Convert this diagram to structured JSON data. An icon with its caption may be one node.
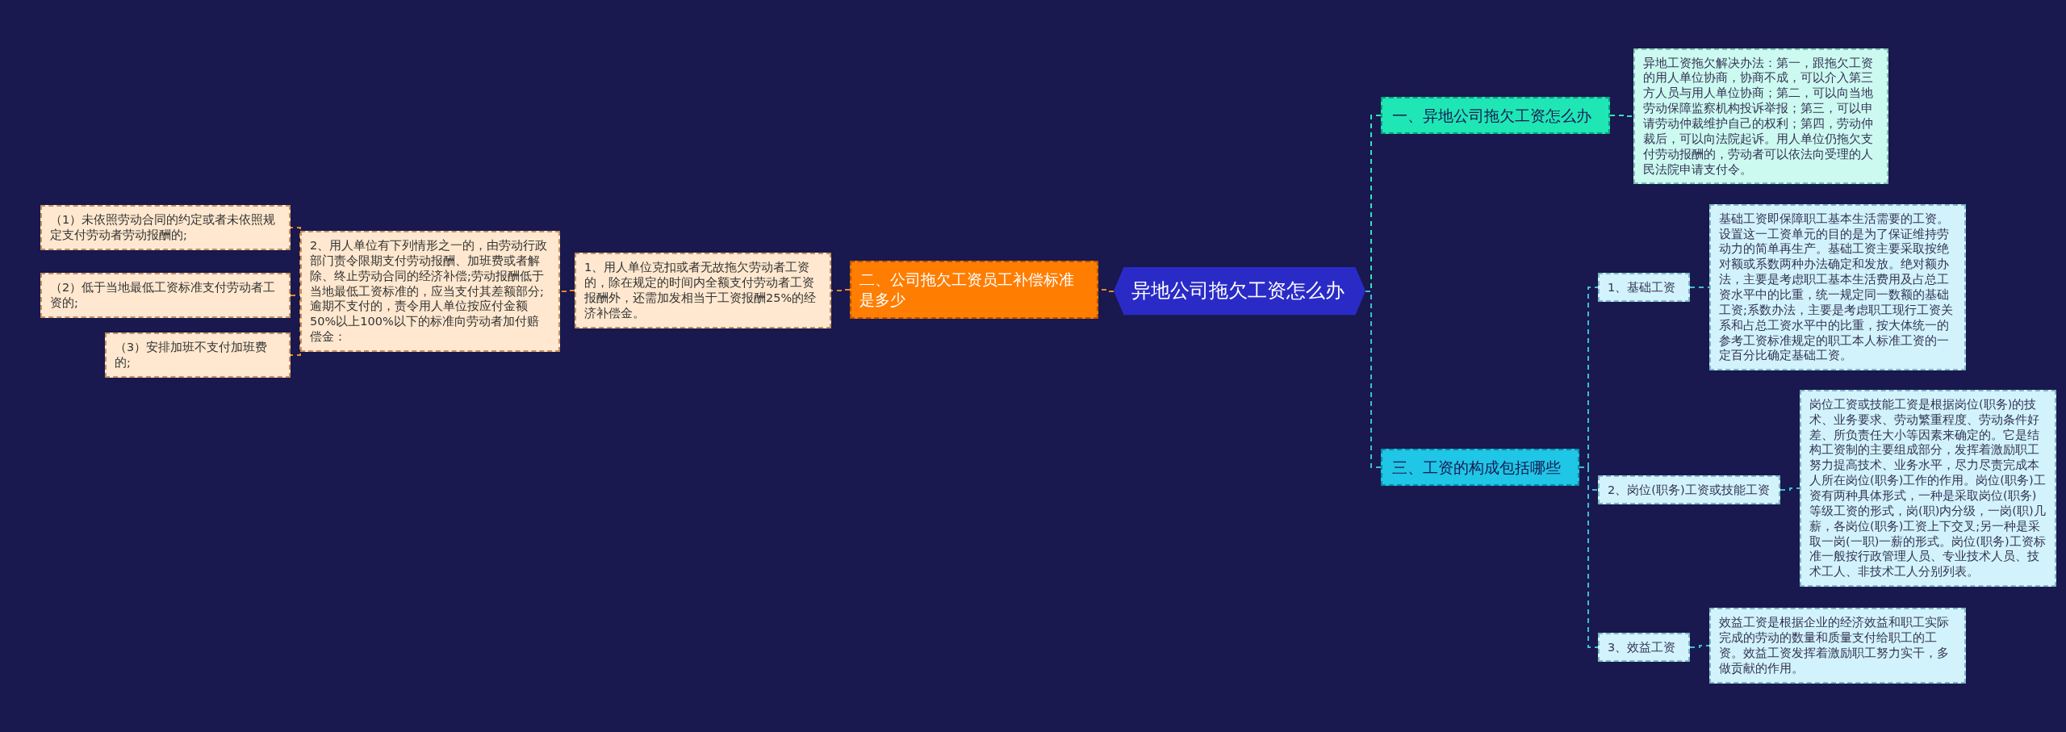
{
  "diagram": {
    "nodes": [
      {
        "text": [
          "异地公司拖欠工资怎么办"
        ]
      },
      {
        "text": [
          "一、异地公司拖欠工资怎么办"
        ]
      },
      {
        "text": [
          "异地工资拖欠解决办法：第一，跟拖欠工资的用人单位协商，协商不成，可以介入第三方人员与用人单位协商；第二，可以向当地劳动保障监察机构投诉举报；第三，可以申请劳动仲裁维护自己的权利；第四，劳动仲裁后，可以向法院起诉。用人单位仍拖欠支付劳动报酬的，劳动者可以依法向受理的人民法院申请支付令。"
        ]
      },
      {
        "text": [
          "二、公司拖欠工资员工补偿标准是多少"
        ]
      },
      {
        "text": [
          "1、用人单位克扣或者无故拖欠劳动者工资的，除在规定的时间内全额支付劳动者工资报酬外，还需加发相当于工资报酬25%的经济补偿金。"
        ]
      },
      {
        "text": [
          "2、用人单位有下列情形之一的，由劳动行政部门责令限期支付劳动报酬、加班费或者解除、终止劳动合同的经济补偿;劳动报酬低于当地最低工资标准的，应当支付其差额部分;逾期不支付的，责令用人单位按应付金额50%以上100%以下的标准向劳动者加付赔偿金："
        ]
      },
      {
        "text": [
          "（1）未依照劳动合同的约定或者未依照规定支付劳动者劳动报酬的;"
        ]
      },
      {
        "text": [
          "（2）低于当地最低工资标准支付劳动者工资的;"
        ]
      },
      {
        "text": [
          "（3）安排加班不支付加班费的;"
        ]
      },
      {
        "text": [
          "三、工资的构成包括哪些"
        ]
      },
      {
        "text": [
          "1、基础工资"
        ]
      },
      {
        "text": [
          "基础工资即保障职工基本生活需要的工资。设置这一工资单元的目的是为了保证维持劳动力的简单再生产。基础工资主要采取按绝对额或系数两种办法确定和发放。绝对额办法，主要是考虑职工基本生活费用及占总工资水平中的比重，统一规定同一数额的基础工资;系数办法，主要是考虑职工现行工资关系和占总工资水平中的比重，按大体统一的参考工资标准规定的职工本人标准工资的一定百分比确定基础工资。"
        ]
      },
      {
        "text": [
          "2、岗位(职务)工资或技能工资"
        ]
      },
      {
        "text": [
          "岗位工资或技能工资是根据岗位(职务)的技术、业务要求、劳动繁重程度、劳动条件好差、所负责任大小等因素来确定的。它是结构工资制的主要组成部分，发挥着激励职工努力提高技术、业务水平，尽力尽责完成本人所在岗位(职务)工作的作用。岗位(职务)工资有两种具体形式，一种是采取岗位(职务)等级工资的形式，岗(职)内分级，一岗(职)几薪，各岗位(职务)工资上下交叉;另一种是采取一岗(一职)一薪的形式。岗位(职务)工资标准一般按行政管理人员、专业技术人员、技术工人、非技术工人分别列表。"
        ]
      },
      {
        "text": [
          "3、效益工资"
        ]
      },
      {
        "text": [
          "效益工资是根据企业的经济效益和职工实际完成的劳动的数量和质量支付给职工的工资。效益工资发挥着激励职工努力实干，多做贡献的作用。"
        ]
      }
    ],
    "edges": [
      {
        "from": 0,
        "to": 1,
        "arrow": "none",
        "color": "#2ee6b8"
      },
      {
        "from": 1,
        "to": 2,
        "arrow": "none",
        "color": "#2ee6b8"
      },
      {
        "from": 0,
        "to": 3,
        "arrow": "none",
        "color": "#e8872e"
      },
      {
        "from": 3,
        "to": 4,
        "arrow": "none",
        "color": "#e8872e"
      },
      {
        "from": 4,
        "to": 5,
        "arrow": "none",
        "color": "#e8872e"
      },
      {
        "from": 5,
        "to": 6,
        "arrow": "none",
        "color": "#e8872e"
      },
      {
        "from": 5,
        "to": 7,
        "arrow": "none",
        "color": "#e8872e"
      },
      {
        "from": 5,
        "to": 8,
        "arrow": "none",
        "color": "#e8872e"
      },
      {
        "from": 0,
        "to": 9,
        "arrow": "none"
      },
      {
        "from": 9,
        "to": 10,
        "arrow": "none"
      },
      {
        "from": 10,
        "to": 11,
        "arrow": "none"
      },
      {
        "from": 9,
        "to": 12,
        "arrow": "none"
      },
      {
        "from": 12,
        "to": 13,
        "arrow": "none"
      },
      {
        "from": 9,
        "to": 14,
        "arrow": "none"
      },
      {
        "from": 14,
        "to": 15,
        "arrow": "none"
      }
    ]
  }
}
